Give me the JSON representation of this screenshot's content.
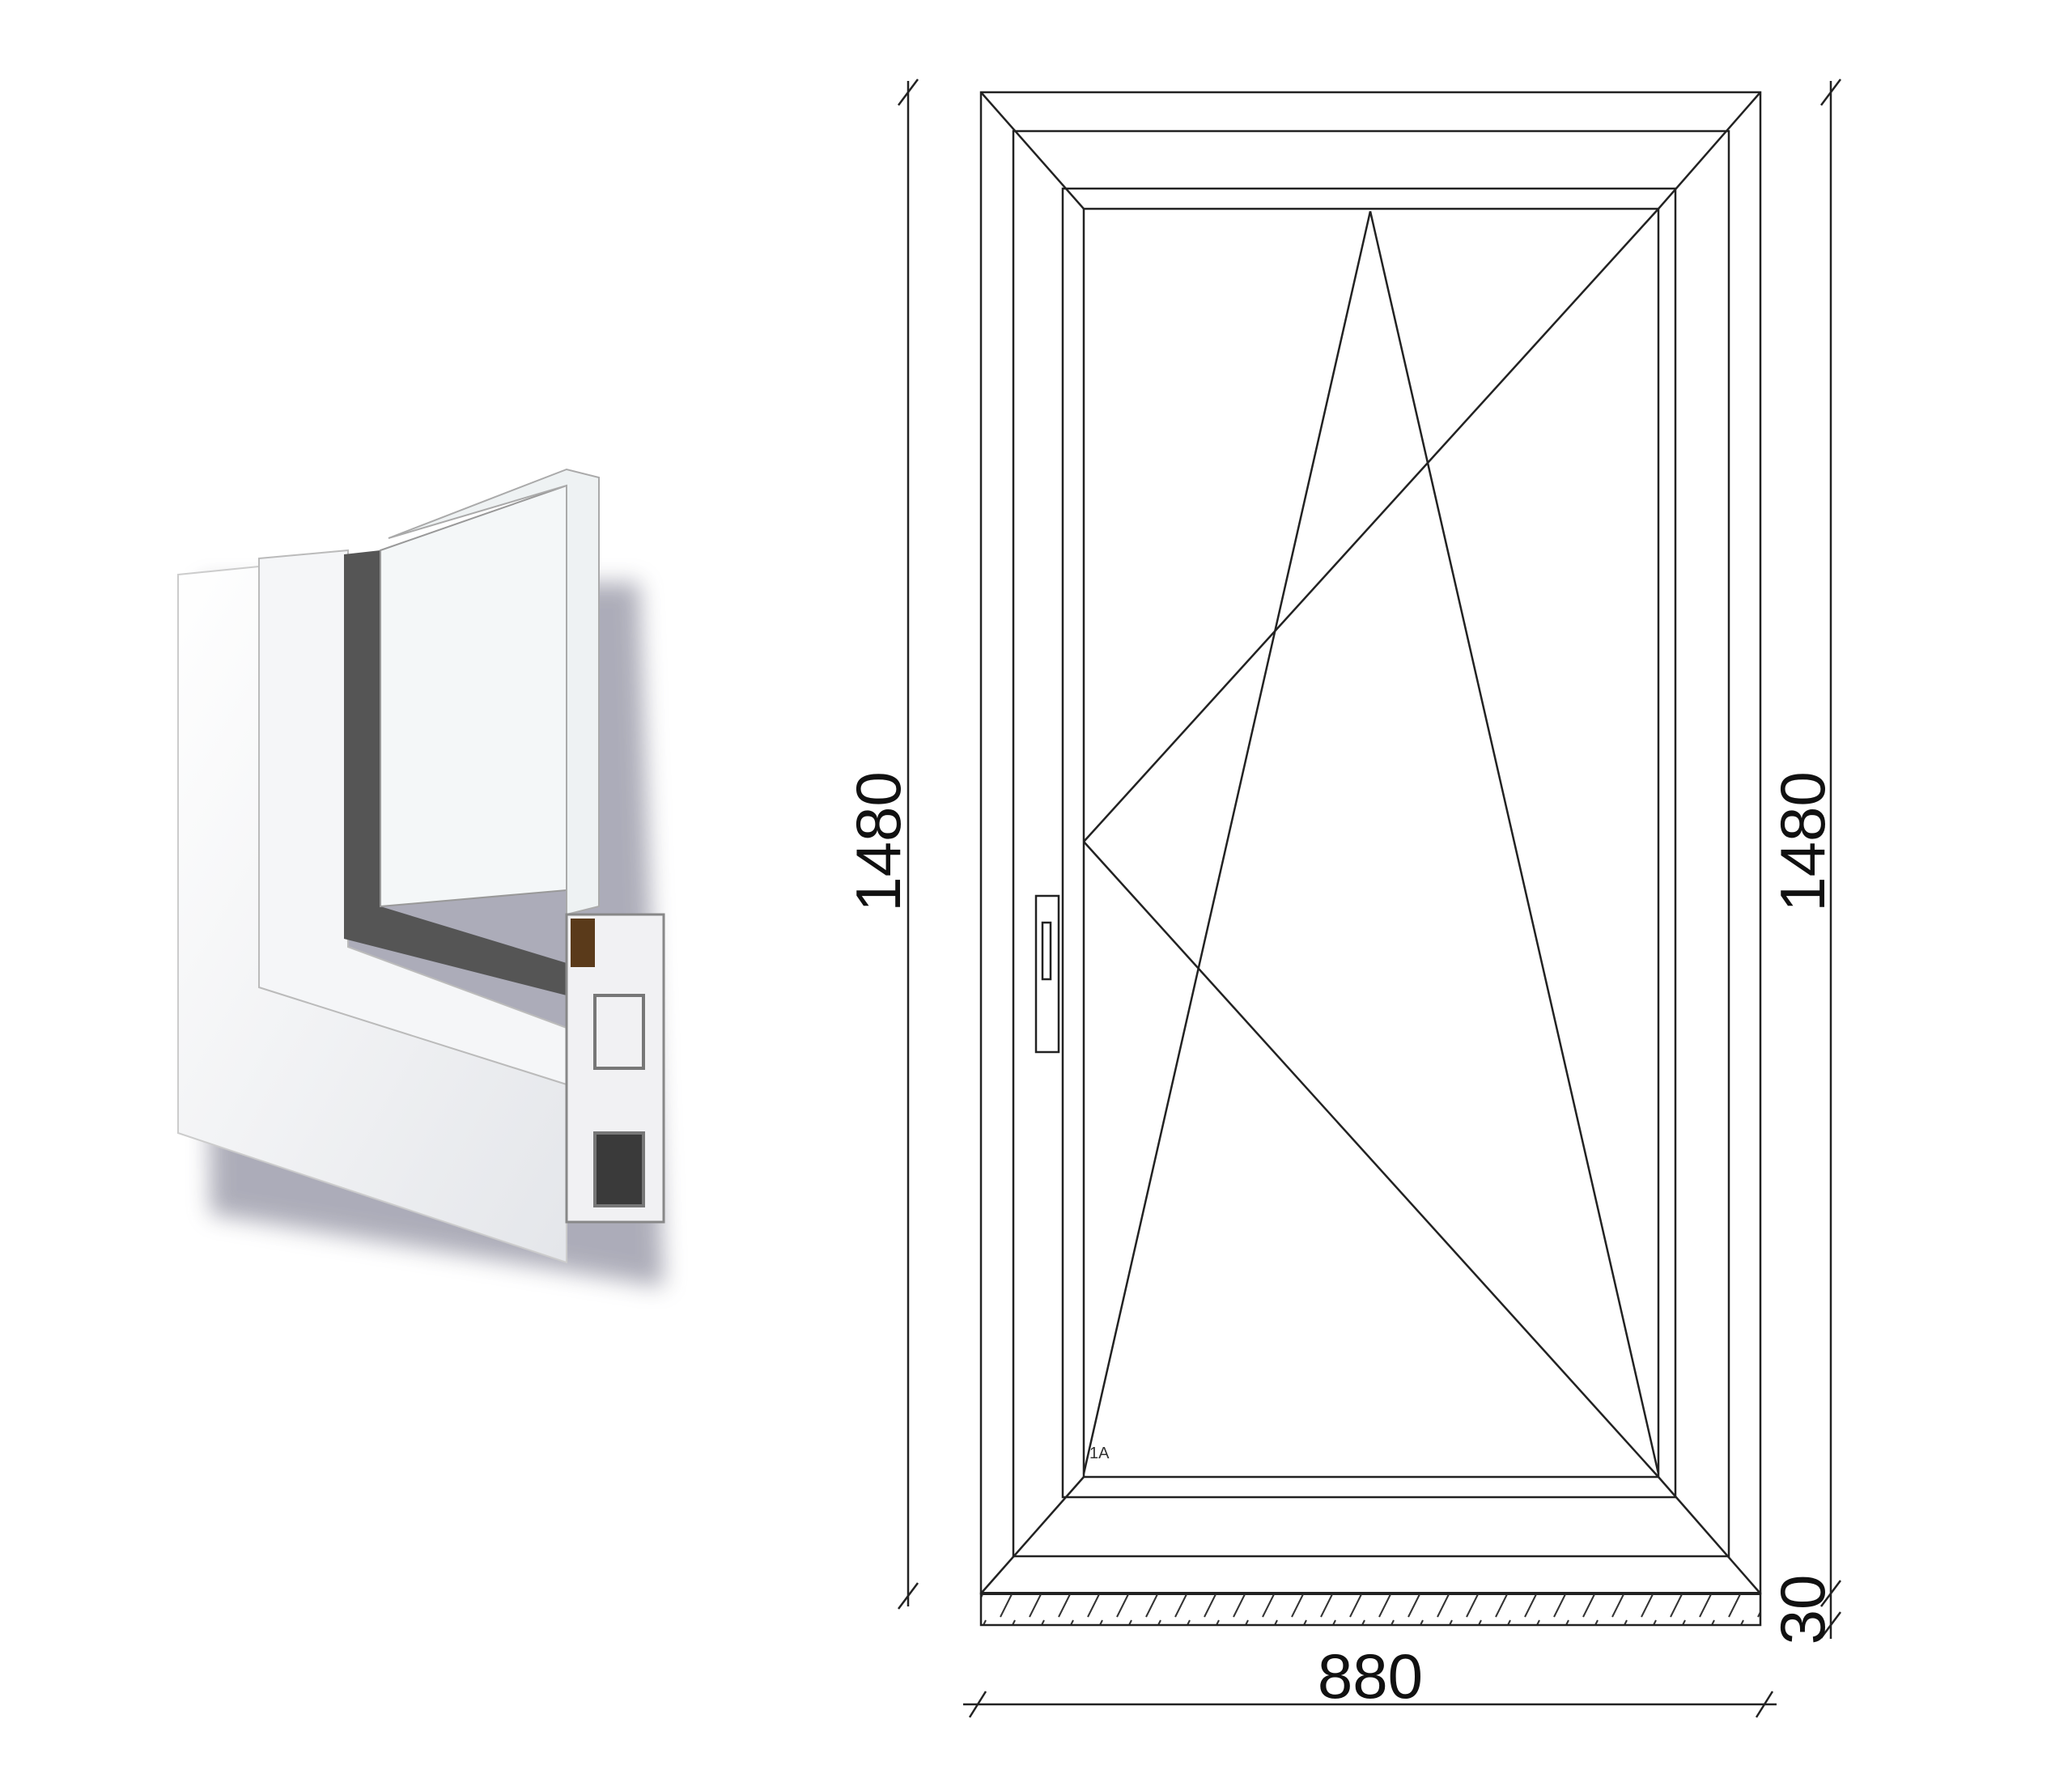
{
  "profile_image": {
    "icon": "window-profile-cross-section"
  },
  "drawing": {
    "height_left": "1480",
    "height_right": "1480",
    "width": "880",
    "sill_height": "30",
    "sash_label": "1A",
    "opening_type": "tilt-and-turn",
    "handle_side": "left"
  }
}
